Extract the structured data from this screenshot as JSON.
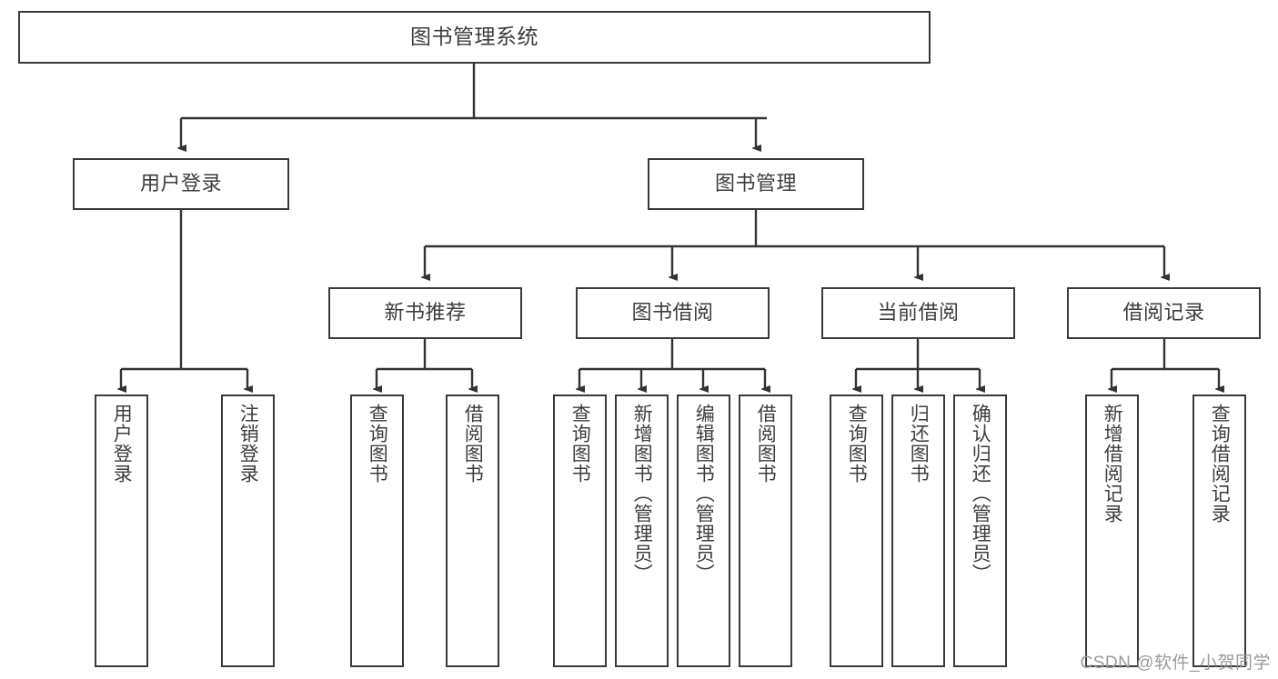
{
  "diagram": {
    "title": "图书管理系统",
    "type": "hierarchy-tree",
    "background_color": "#ffffff",
    "box_border_color": "#3a3a3a",
    "text_color": "#3d3d3d",
    "root": {
      "label": "图书管理系统"
    },
    "level2": [
      {
        "label": "用户登录"
      },
      {
        "label": "图书管理"
      }
    ],
    "level3": [
      {
        "label": "新书推荐"
      },
      {
        "label": "图书借阅"
      },
      {
        "label": "当前借阅"
      },
      {
        "label": "借阅记录"
      }
    ],
    "leaves": {
      "user_login": [
        {
          "label": "用户登录"
        },
        {
          "label": "注销登录"
        }
      ],
      "new_book_recommend": [
        {
          "label": "查询图书"
        },
        {
          "label": "借阅图书"
        }
      ],
      "book_borrow": [
        {
          "label": "查询图书"
        },
        {
          "label": "新增图书（管理员）"
        },
        {
          "label": "编辑图书（管理员）"
        },
        {
          "label": "借阅图书"
        }
      ],
      "current_borrow": [
        {
          "label": "查询图书"
        },
        {
          "label": "归还图书"
        },
        {
          "label": "确认归还（管理员）"
        }
      ],
      "borrow_record": [
        {
          "label": "新增借阅记录"
        },
        {
          "label": "查询借阅记录"
        }
      ]
    }
  },
  "watermark": {
    "text": "CSDN @软件_小贺同学"
  }
}
